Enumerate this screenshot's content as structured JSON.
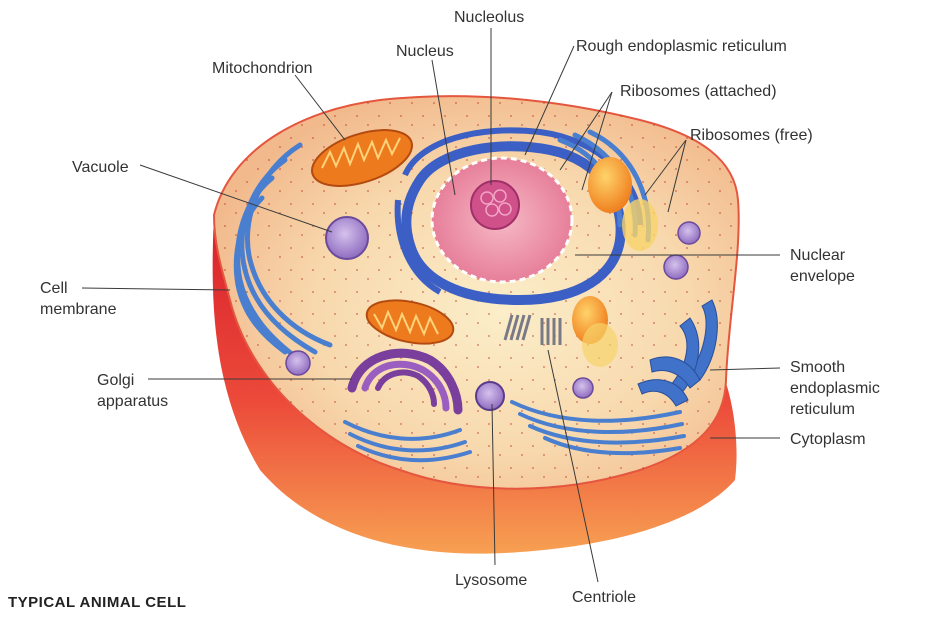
{
  "title": "TYPICAL ANIMAL CELL",
  "labels": {
    "nucleolus": "Nucleolus",
    "nucleus": "Nucleus",
    "rough_er": "Rough endoplasmic reticulum",
    "mitochondrion": "Mitochondrion",
    "ribosomes_attached": "Ribosomes (attached)",
    "ribosomes_free": "Ribosomes (free)",
    "vacuole": "Vacuole",
    "nuclear_envelope_1": "Nuclear",
    "nuclear_envelope_2": "envelope",
    "cell_membrane_1": "Cell",
    "cell_membrane_2": "membrane",
    "golgi_1": "Golgi",
    "golgi_2": "apparatus",
    "smooth_er_1": "Smooth",
    "smooth_er_2": "endoplasmic",
    "smooth_er_3": "reticulum",
    "cytoplasm": "Cytoplasm",
    "lysosome": "Lysosome",
    "centriole": "Centriole"
  },
  "colors": {
    "cytoplasm": "#f7d3a4",
    "membrane_side": "#e8343a",
    "nucleus": "#3b5fc4",
    "nucleoplasm": "#f2a4b4",
    "nucleolus": "#d0508a",
    "mitochondrion": "#ea7a1e",
    "golgi": "#7a3e9c",
    "er": "#4a7fd0",
    "vacuole": "#a98ad0",
    "vesicle": "#f3a23a"
  }
}
